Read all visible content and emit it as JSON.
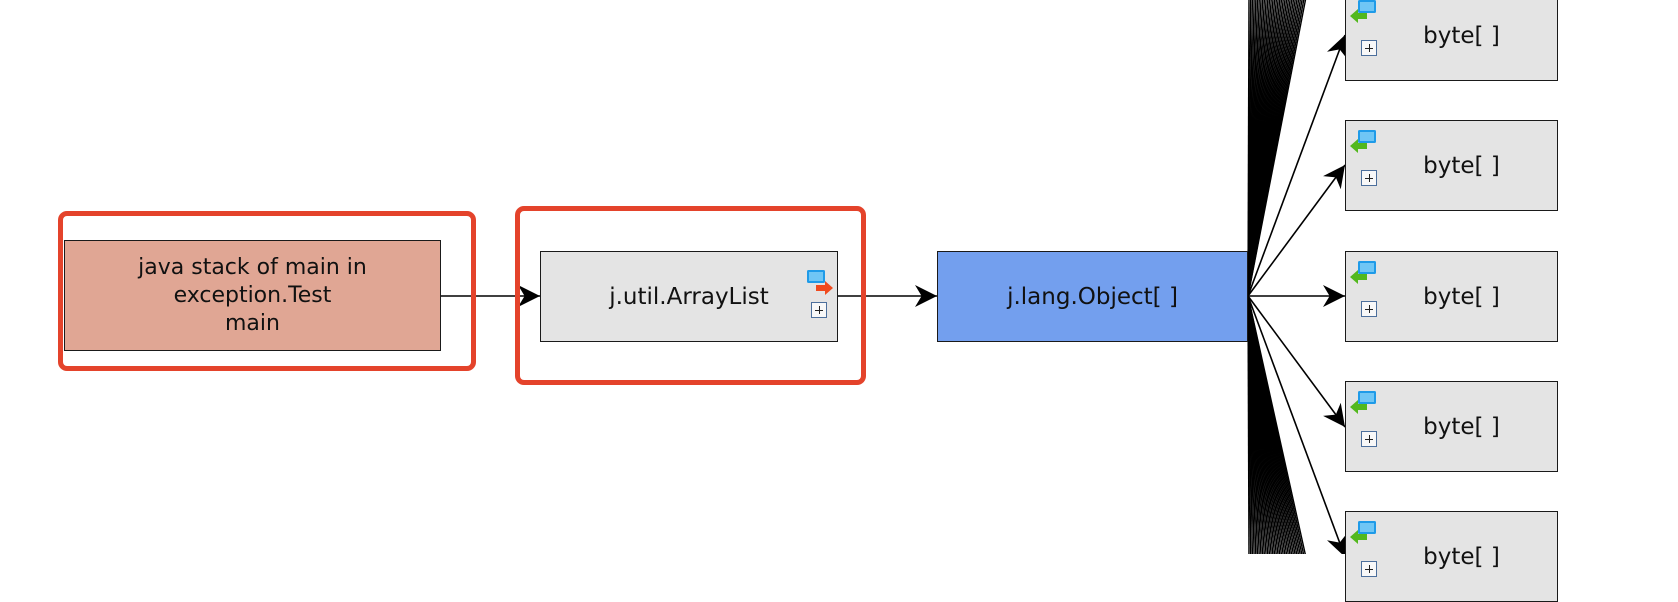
{
  "nodes": {
    "stack": {
      "label": "java stack of main in\nexception.Test\nmain",
      "fill": "#e0a694"
    },
    "arraylist": {
      "label": "j.util.ArrayList",
      "fill": "#e4e4e4",
      "icon": "outgoing-reference-icon"
    },
    "object_array": {
      "label": "j.lang.Object[ ]",
      "fill": "#739fee"
    },
    "byte_arrays": [
      {
        "label": "byte[ ]",
        "icon": "incoming-reference-icon"
      },
      {
        "label": "byte[ ]",
        "icon": "incoming-reference-icon"
      },
      {
        "label": "byte[ ]",
        "icon": "incoming-reference-icon"
      },
      {
        "label": "byte[ ]",
        "icon": "incoming-reference-icon"
      },
      {
        "label": "byte[ ]",
        "icon": "incoming-reference-icon"
      }
    ]
  },
  "highlight_color": "#e4432b",
  "edge_color": "#000000"
}
